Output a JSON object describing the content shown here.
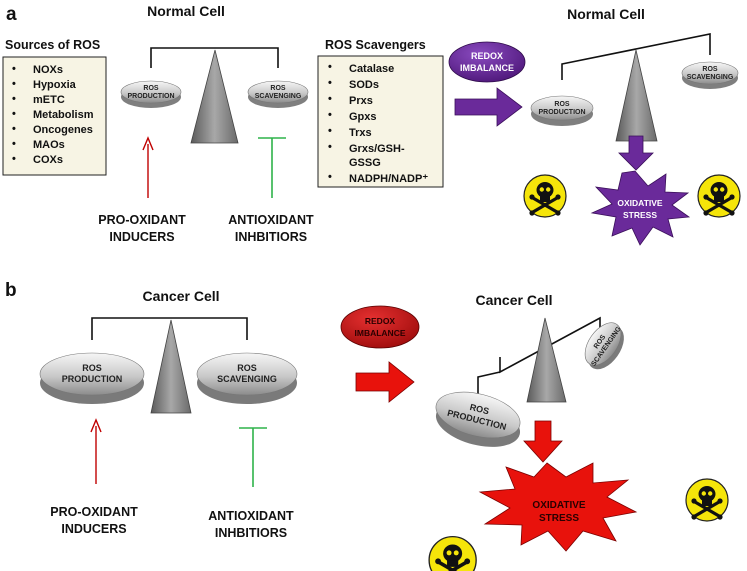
{
  "panel_a": {
    "letter": "a",
    "left_title": "Normal Cell",
    "right_title": "Normal Cell",
    "sources_header": "Sources of ROS",
    "sources": [
      "NOXs",
      "Hypoxia",
      "mETC",
      "Metabolism",
      "Oncogenes",
      "MAOs",
      "COXs"
    ],
    "scavengers_header": "ROS Scavengers",
    "scavengers": [
      "Catalase",
      "SODs",
      "Prxs",
      "Gpxs",
      "Trxs",
      "Grxs/GSH-",
      "GSSG",
      "NADPH/NADP⁺"
    ],
    "disc_left": [
      "ROS",
      "PRODUCTION"
    ],
    "disc_right": [
      "ROS",
      "SCAVENGING"
    ],
    "pro_label": [
      "PRO-OXIDANT",
      "INDUCERS"
    ],
    "anti_label": [
      "ANTIOXIDANT",
      "INHBITIORS"
    ],
    "redox": [
      "REDOX",
      "IMBALANCE"
    ],
    "oxidative": [
      "OXIDATIVE",
      "STRESS"
    ]
  },
  "panel_b": {
    "letter": "b",
    "left_title": "Cancer Cell",
    "right_title": "Cancer Cell",
    "disc_left": [
      "ROS",
      "PRODUCTION"
    ],
    "disc_right": [
      "ROS",
      "SCAVENGING"
    ],
    "pro_label": [
      "PRO-OXIDANT",
      "INDUCERS"
    ],
    "anti_label": [
      "ANTIOXIDANT",
      "INHBITIORS"
    ],
    "redox": [
      "REDOX",
      "IMBALANCE"
    ],
    "oxidative": [
      "OXIDATIVE",
      "STRESS"
    ]
  },
  "colors": {
    "purple": "#6a2a9a",
    "red": "#e8120c",
    "dark_red": "#b30d0d",
    "arrow_red": "#c00000",
    "inhibit_green": "#2eb34a",
    "box_fill": "#f7f4e4",
    "skull_yellow": "#f5e50a"
  },
  "icons": [
    "skull-crossbones-icon"
  ]
}
